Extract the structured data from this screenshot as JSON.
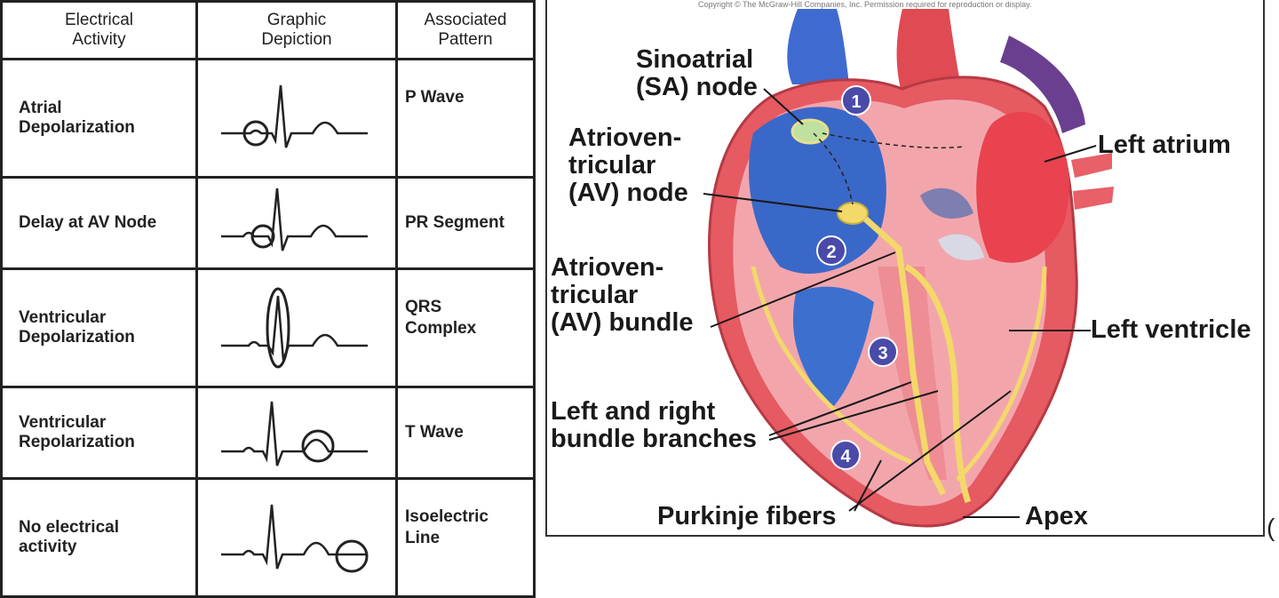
{
  "table": {
    "headers": [
      "Electrical\nActivity",
      "Graphic\nDepiction",
      "Associated\nPattern"
    ],
    "rows": [
      {
        "activity": "Atrial\nDepolarization",
        "pattern": "P Wave"
      },
      {
        "activity": "Delay at AV Node",
        "pattern": "PR Segment"
      },
      {
        "activity": "Ventricular\nDepolarization",
        "pattern": "QRS\nComplex"
      },
      {
        "activity": "Ventricular\nRepolarization",
        "pattern": "T Wave"
      },
      {
        "activity": "No electrical\nactivity",
        "pattern": "Isoelectric\nLine"
      }
    ]
  },
  "diagram": {
    "copyright": "Copyright © The McGraw-Hill Companies, Inc. Permission required for reproduction or display.",
    "labels": {
      "sa_node": "Sinoatrial\n(SA) node",
      "av_node": "Atrioven-\ntricular\n(AV) node",
      "av_bundle": "Atrioven-\ntricular\n(AV) bundle",
      "bundle_branches": "Left and right\nbundle branches",
      "purkinje": "Purkinje fibers",
      "left_atrium": "Left atrium",
      "left_ventricle": "Left ventricle",
      "apex": "Apex"
    },
    "step_markers": [
      "1",
      "2",
      "3",
      "4"
    ],
    "colors": {
      "right_side": "#3a68c8",
      "left_side": "#e8434f",
      "conduction": "#f3d86a",
      "marker": "#4a4aa8"
    }
  },
  "edge_glyph": "("
}
